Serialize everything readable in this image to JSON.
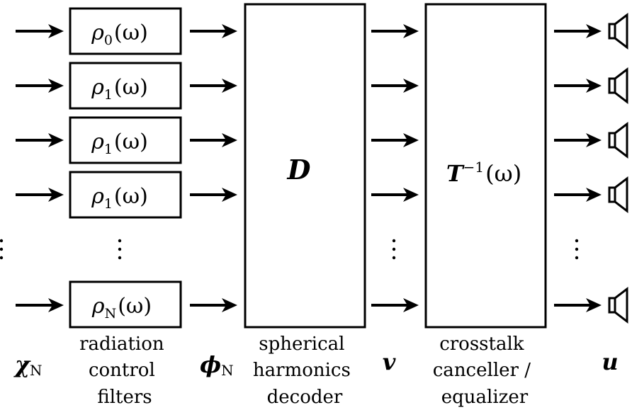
{
  "filters": [
    {
      "symbol": "ρ",
      "sub": "0",
      "arg": "(ω)"
    },
    {
      "symbol": "ρ",
      "sub": "1",
      "arg": "(ω)"
    },
    {
      "symbol": "ρ",
      "sub": "1",
      "arg": "(ω)"
    },
    {
      "symbol": "ρ",
      "sub": "1",
      "arg": "(ω)"
    },
    {
      "symbol": "ρ",
      "sub": "N",
      "arg": "(ω)"
    }
  ],
  "decoder": {
    "symbol": "D"
  },
  "canceller": {
    "symbol": "T",
    "sup": "−1",
    "arg": "(ω)"
  },
  "signals": {
    "input": {
      "symbol": "χ",
      "sub": "N"
    },
    "filtered": {
      "symbol": "ϕ",
      "sub": "N"
    },
    "decoded": {
      "symbol": "v"
    },
    "output": {
      "symbol": "u"
    }
  },
  "labels": {
    "filters": [
      "radiation",
      "control",
      "filters"
    ],
    "decoder": [
      "spherical",
      "harmonics",
      "decoder"
    ],
    "canceller": [
      "crosstalk",
      "canceller /",
      "equalizer"
    ]
  }
}
